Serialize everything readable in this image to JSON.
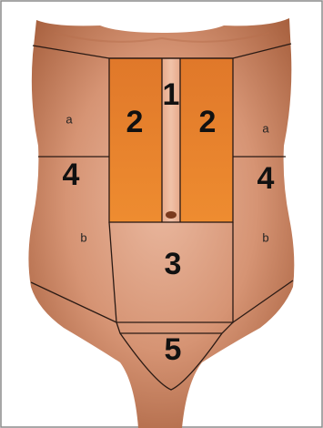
{
  "diagram": {
    "colors": {
      "skin": "#d28c6c",
      "skin_light": "#e8b49a",
      "skin_dark": "#a8613f",
      "highlight": "#e8822e",
      "line": "#2a1a14",
      "frame": "#8a8a8a"
    },
    "labels": {
      "one": "1",
      "two_left": "2",
      "two_right": "2",
      "three": "3",
      "four_left": "4",
      "four_right": "4",
      "five": "5",
      "a_left": "a",
      "a_right": "a",
      "b_left": "b",
      "b_right": "b"
    }
  }
}
